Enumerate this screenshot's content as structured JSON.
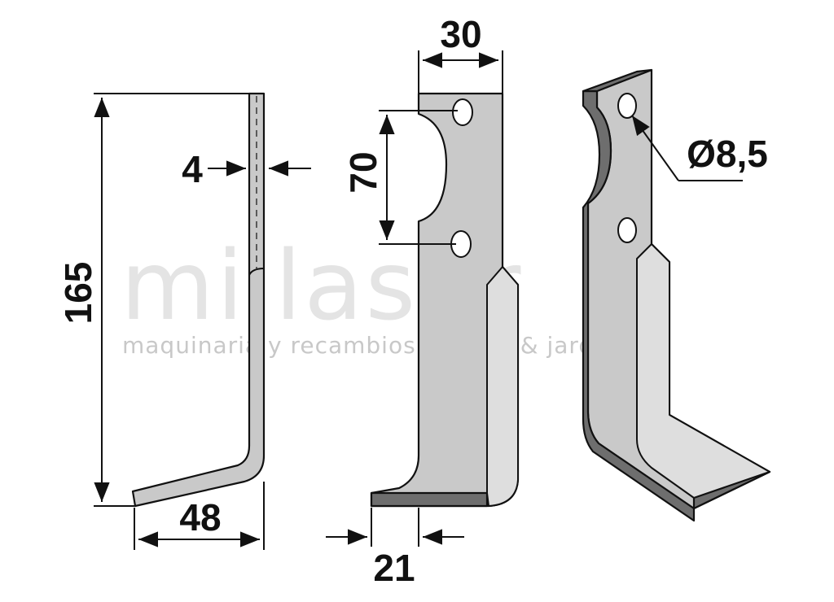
{
  "watermark": {
    "logo": "millasur",
    "tagline": "maquinaria y recambios bosque & jardín"
  },
  "dimensions": {
    "height": "165",
    "thickness": "4",
    "foot_width": "48",
    "top_width": "30",
    "hole_spacing": "70",
    "hole_diameter": "Ø8,5",
    "bottom_offset": "21"
  }
}
